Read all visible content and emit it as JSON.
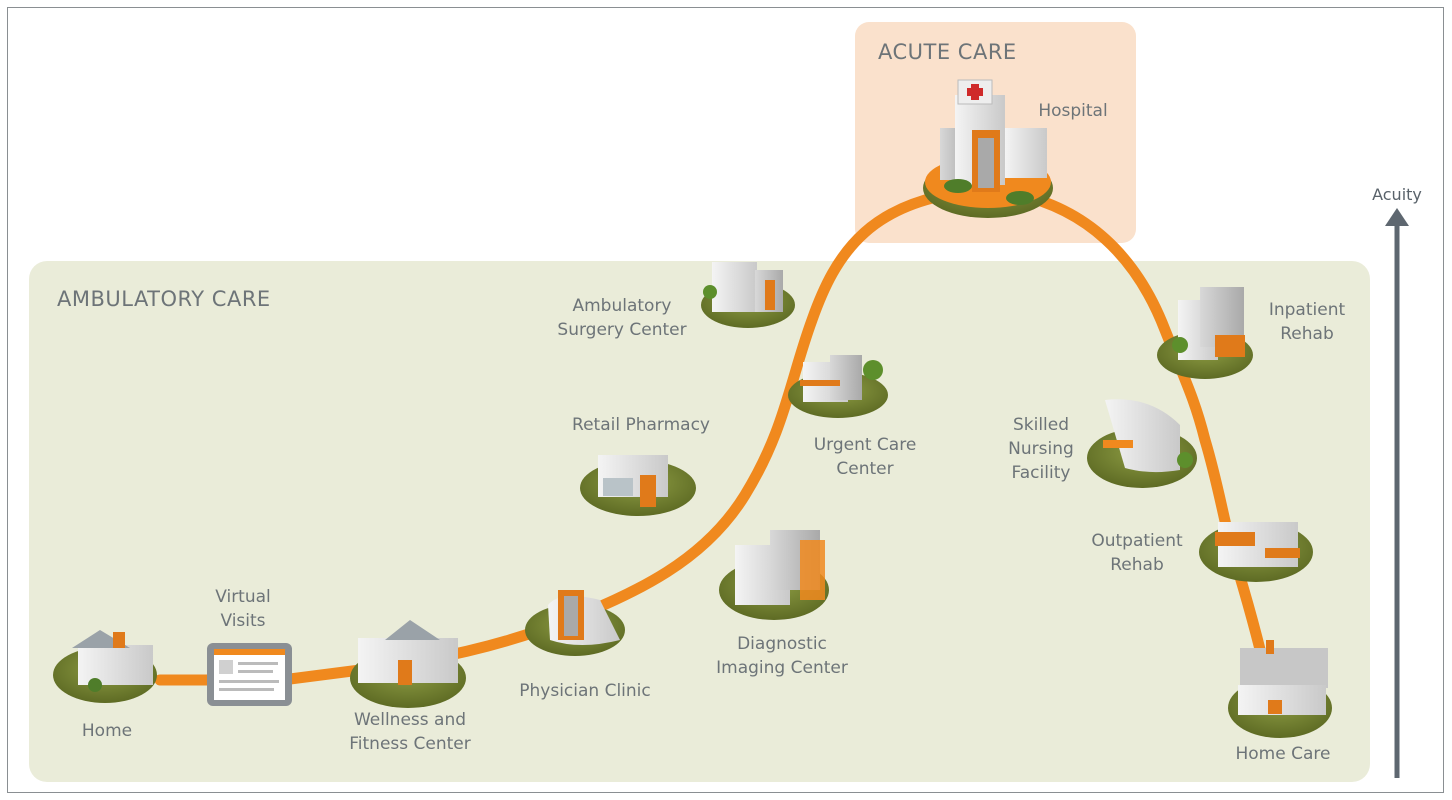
{
  "regions": {
    "acute_care": "ACUTE CARE",
    "ambulatory_care": "AMBULATORY CARE"
  },
  "axis": {
    "label": "Acuity"
  },
  "locations": {
    "hospital": "Hospital",
    "ambulatory_surgery": "Ambulatory\nSurgery Center",
    "inpatient_rehab": "Inpatient\nRehab",
    "retail_pharmacy": "Retail Pharmacy",
    "urgent_care": "Urgent Care\nCenter",
    "skilled_nursing": "Skilled\nNursing\nFacility",
    "outpatient_rehab": "Outpatient\nRehab",
    "virtual_visits": "Virtual\nVisits",
    "diagnostic_imaging": "Diagnostic\nImaging Center",
    "physician_clinic": "Physician Clinic",
    "home": "Home",
    "wellness_fitness": "Wellness and\nFitness Center",
    "home_care": "Home Care"
  },
  "colors": {
    "path": "#f0891e",
    "acute_bg": "#fae1cc",
    "ambulatory_bg": "#eaecd9",
    "ground": "#6e7d2c",
    "label_text": "#6d7478",
    "axis": "#5e6770"
  }
}
